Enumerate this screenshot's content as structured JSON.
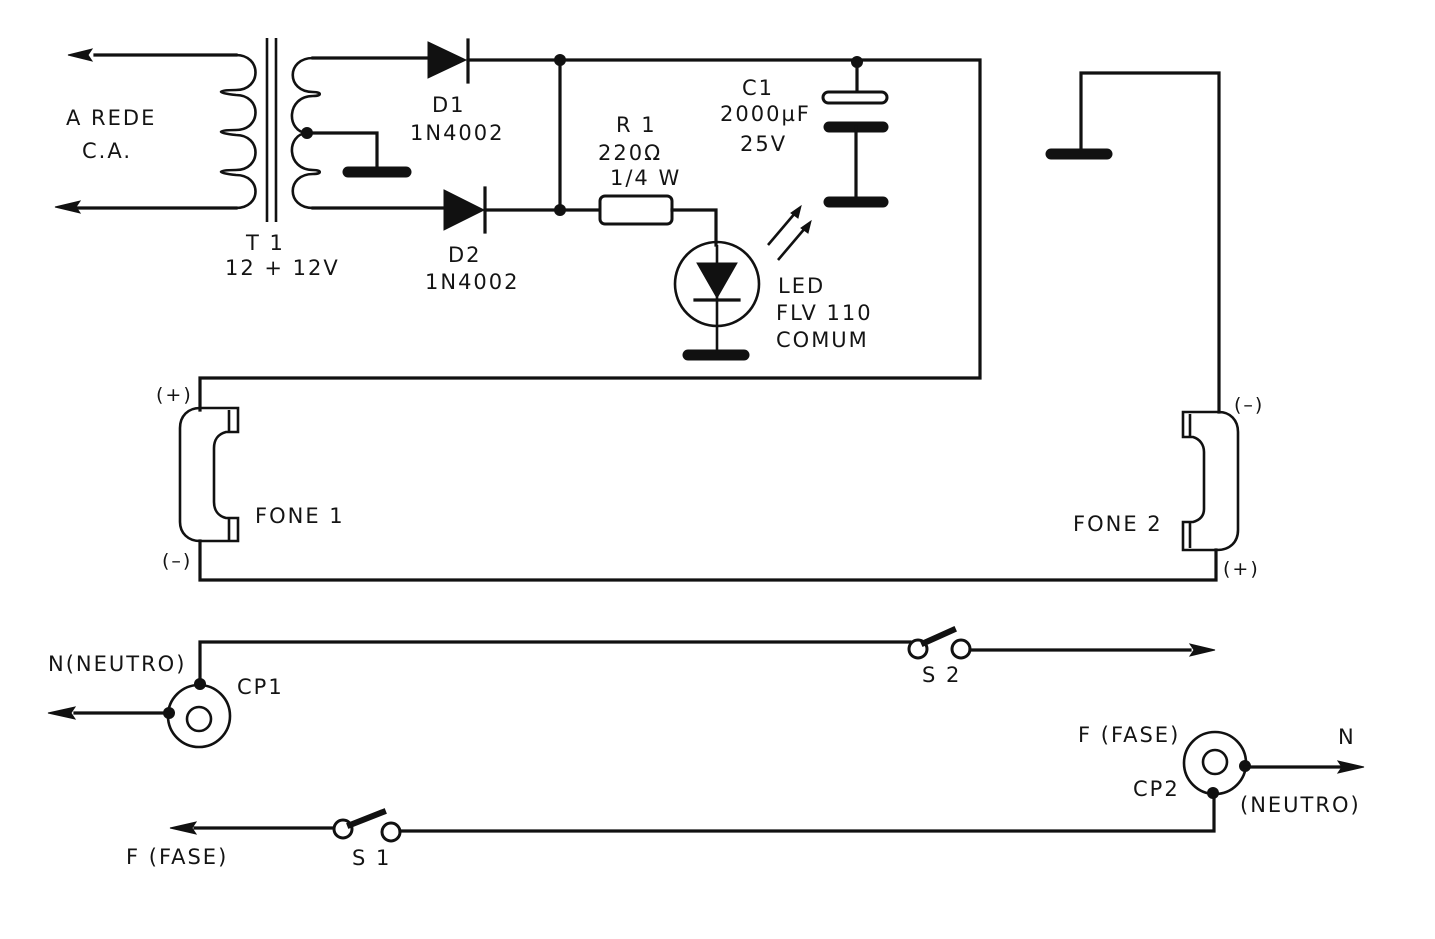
{
  "diagram": {
    "title": "",
    "ink_color": "#111111",
    "background": "#ffffff",
    "components": {
      "mains_input": {
        "line1": "A  REDE",
        "line2": "C.A."
      },
      "transformer": {
        "ref": "T 1",
        "value": "12 + 12V"
      },
      "diode1": {
        "ref": "D1",
        "value": "1N4002"
      },
      "diode2": {
        "ref": "D2",
        "value": "1N4002"
      },
      "resistor": {
        "ref": "R 1",
        "value": "220Ω",
        "rating": "1/4 W"
      },
      "capacitor": {
        "ref": "C1",
        "value": "2000µF",
        "rating": "25V"
      },
      "led": {
        "line1": "LED",
        "line2": "FLV 110",
        "line3": "COMUM"
      },
      "phone1": {
        "label": "FONE 1",
        "plus": "(+)",
        "minus": "(–)"
      },
      "phone2": {
        "label": "FONE 2",
        "plus": "(+)",
        "minus": "(–)"
      },
      "cp1": {
        "label": "CP1",
        "neutral": "N(NEUTRO)"
      },
      "cp2": {
        "label": "CP2",
        "phase": "F (FASE)",
        "n": "N",
        "neutral": "(NEUTRO)"
      },
      "s1": {
        "label": "S 1",
        "phase": "F  (FASE)"
      },
      "s2": {
        "label": "S 2"
      }
    },
    "symbols": {
      "ground": "ground-icon",
      "arrow": "arrow-icon",
      "junction": "junction-dot"
    }
  }
}
